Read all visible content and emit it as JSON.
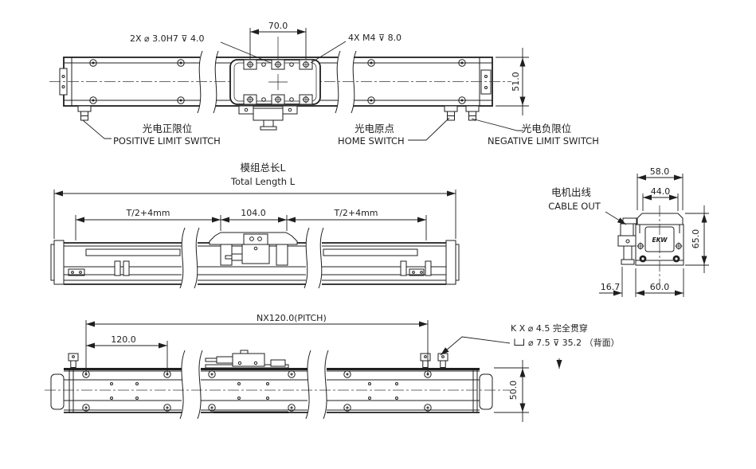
{
  "top_view": {
    "dowel_note": "2X  ⌀ 3.0H7  ⊽ 4.0",
    "dim_70": "70.0",
    "tap_note": "4X  M4  ⊽ 8.0",
    "dim_51": "51.0",
    "positive_limit": {
      "cn": "光电正限位",
      "en": "POSITIVE LIMIT SWITCH"
    },
    "home": {
      "cn": "光电原点",
      "en": "HOME SWITCH"
    },
    "negative_limit": {
      "cn": "光电负限位",
      "en": "NEGATIVE LIMIT SWITCH"
    }
  },
  "front_view": {
    "total_length": {
      "cn": "模组总长L",
      "en": "Total Length L"
    },
    "dim_left": "T/2+4mm",
    "dim_center": "104.0",
    "dim_right": "T/2+4mm"
  },
  "end_view": {
    "dim_58": "58.0",
    "dim_44": "44.0",
    "dim_65": "65.0",
    "dim_16_7": "16.7",
    "dim_60": "60.0",
    "cable_out": {
      "cn": "电机出线",
      "en": "CABLE OUT"
    },
    "logo": "EKW"
  },
  "bottom_view": {
    "dim_pitch": "NX120.0(PITCH)",
    "dim_120": "120.0",
    "hole_note_line1": "K X  ⌀ 4.5 完全贯穿",
    "hole_note_line2": "⌀ 7.5  ⊽ 35.2 （背面）",
    "dim_50": "50.0"
  }
}
